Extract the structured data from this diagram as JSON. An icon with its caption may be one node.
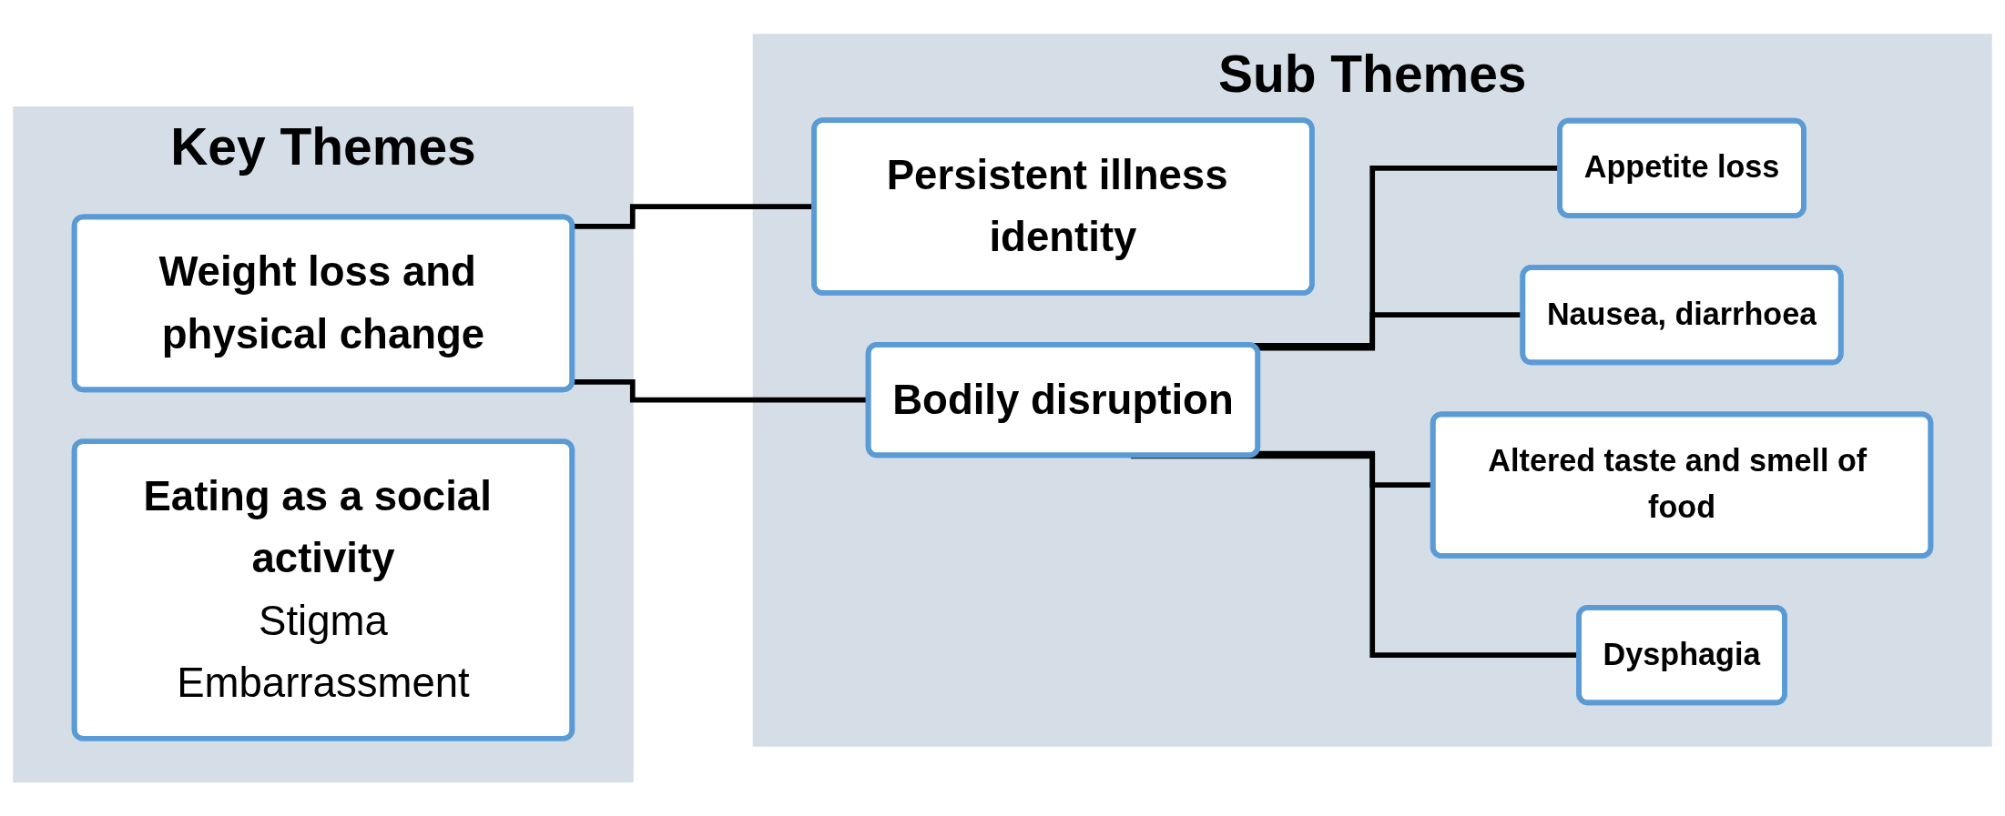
{
  "diagram": {
    "nodes": [
      {
        "text": [
          "Key Themes"
        ]
      },
      {
        "text": [
          "Weight loss and physical change"
        ],
        "in": 0
      },
      {
        "text": [
          "Eating as a social activity",
          "Stigma",
          "Embarrassment"
        ],
        "in": 0
      },
      {
        "text": [
          "Sub Themes"
        ]
      },
      {
        "text": [
          "Persistent illness identity"
        ],
        "in": 3
      },
      {
        "text": [
          "Bodily disruption"
        ],
        "in": 3
      },
      {
        "text": [
          "Appetite loss"
        ],
        "in": 3
      },
      {
        "text": [
          "Nausea, diarrhoea"
        ],
        "in": 3
      },
      {
        "text": [
          "Altered taste and smell of food"
        ],
        "in": 3
      },
      {
        "text": [
          "Dysphagia"
        ],
        "in": 3
      }
    ],
    "edges": [
      {
        "from": 1,
        "to": 4,
        "arrow": "none"
      },
      {
        "from": 1,
        "to": 5,
        "arrow": "none"
      },
      {
        "from": 5,
        "to": 6,
        "arrow": "none"
      },
      {
        "from": 5,
        "to": 7,
        "arrow": "none"
      },
      {
        "from": 5,
        "to": 8,
        "arrow": "none"
      },
      {
        "from": 5,
        "to": 9,
        "arrow": "none"
      }
    ]
  }
}
